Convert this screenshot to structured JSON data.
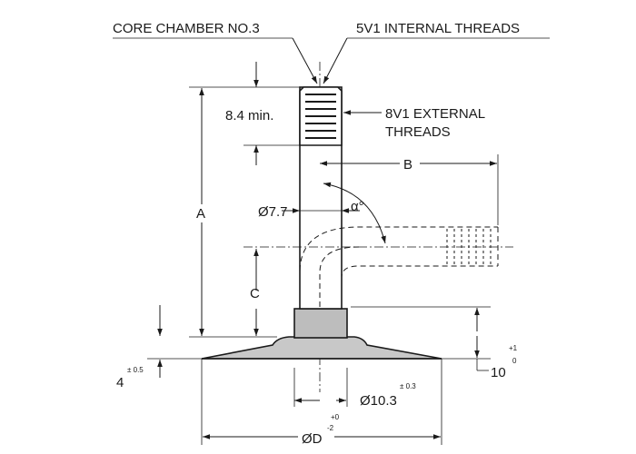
{
  "labels": {
    "core_chamber": "CORE CHAMBER NO.3",
    "internal_threads": "5V1 INTERNAL THREADS",
    "external_threads_1": "8V1 EXTERNAL",
    "external_threads_2": "THREADS",
    "dim_8_4": "8.4 min.",
    "dim_A": "A",
    "dim_B": "B",
    "dim_C": "C",
    "dim_dia_7_7": "Ø7.7",
    "dim_alpha": "α°",
    "dim_4": "4",
    "dim_4_tol": "± 0.5",
    "dim_10": "10",
    "dim_10_tol_upper": "+1",
    "dim_10_tol_lower": "0",
    "dim_dia_10_3": "Ø10.3",
    "dim_10_3_tol": "± 0.3",
    "dim_dia_D": "ØD",
    "dim_D_tol_upper": "+0",
    "dim_D_tol_lower": "-2"
  },
  "colors": {
    "line": "#1a1a1a",
    "nut_fill": "#bdbdbd",
    "base_fill": "#c8c8c8"
  }
}
